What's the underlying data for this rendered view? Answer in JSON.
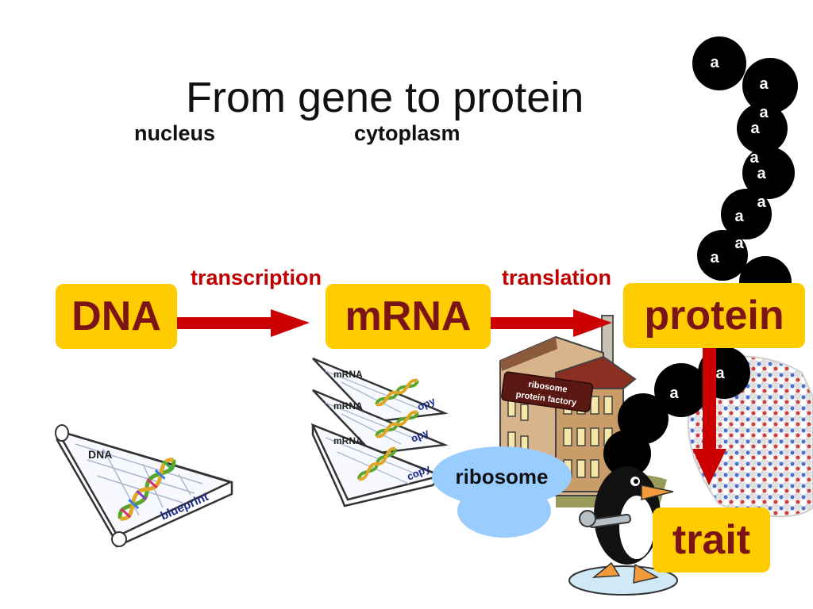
{
  "title": "From gene to protein",
  "regions": {
    "nucleus": "nucleus",
    "cytoplasm": "cytoplasm"
  },
  "steps": {
    "transcription": "transcription",
    "translation": "translation"
  },
  "boxes": {
    "dna": "DNA",
    "mrna": "mRNA",
    "protein": "protein",
    "trait": "trait"
  },
  "ribosome_label": "ribosome",
  "factory_sign": [
    "ribosome",
    "protein factory"
  ],
  "blueprint": {
    "label": "DNA",
    "caption": "blueprint"
  },
  "mrna_copies": {
    "label": "mRNA",
    "captions": [
      "opy",
      "opy",
      "copy"
    ]
  },
  "amino_acid_letter": "a",
  "colors": {
    "box": "#ffcc00",
    "box_text": "#7b1414",
    "arrow": "#cc0000",
    "step_text": "#c00000",
    "cloud": "#99ccff"
  }
}
